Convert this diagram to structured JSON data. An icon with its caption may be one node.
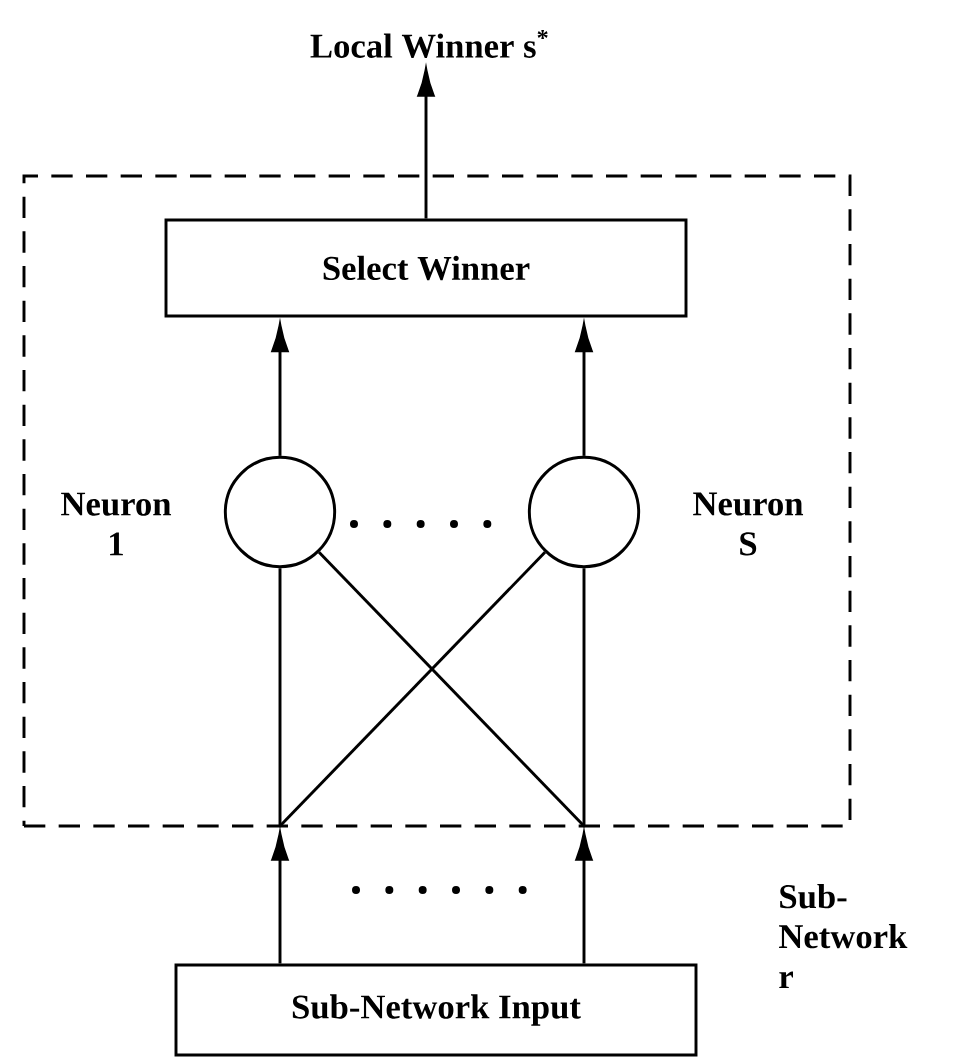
{
  "diagram": {
    "nodes": [
      {
        "text": [
          "Local Winner s$^{*}$"
        ]
      },
      {
        "text": [
          "Sub-Network r"
        ]
      },
      {
        "text": [
          "Select Winner"
        ],
        "in": 1
      },
      {
        "text": [],
        "shape": "circle",
        "in": 1,
        "beside": [
          "Neuron 1"
        ]
      },
      {
        "text": [],
        "shape": "circle",
        "in": 1,
        "beside": [
          "Neuron S"
        ]
      },
      {
        "text": [
          "Sub-Network Input"
        ]
      },
      {
        "text": [],
        "shape": "junction"
      },
      {
        "text": [],
        "shape": "junction"
      }
    ],
    "edges": [
      {
        "from": 2,
        "to": 0,
        "arrow": "to"
      },
      {
        "from": 3,
        "to": 2,
        "arrow": "to"
      },
      {
        "from": 4,
        "to": 2,
        "arrow": "to"
      },
      {
        "from": 5,
        "to": 6,
        "arrow": "to"
      },
      {
        "from": 5,
        "to": 7,
        "arrow": "to"
      },
      {
        "from": 6,
        "to": 3,
        "arrow": "none"
      },
      {
        "from": 6,
        "to": 4,
        "arrow": "none"
      },
      {
        "from": 7,
        "to": 4,
        "arrow": "none"
      },
      {
        "from": 7,
        "to": 3,
        "arrow": "none"
      }
    ]
  }
}
